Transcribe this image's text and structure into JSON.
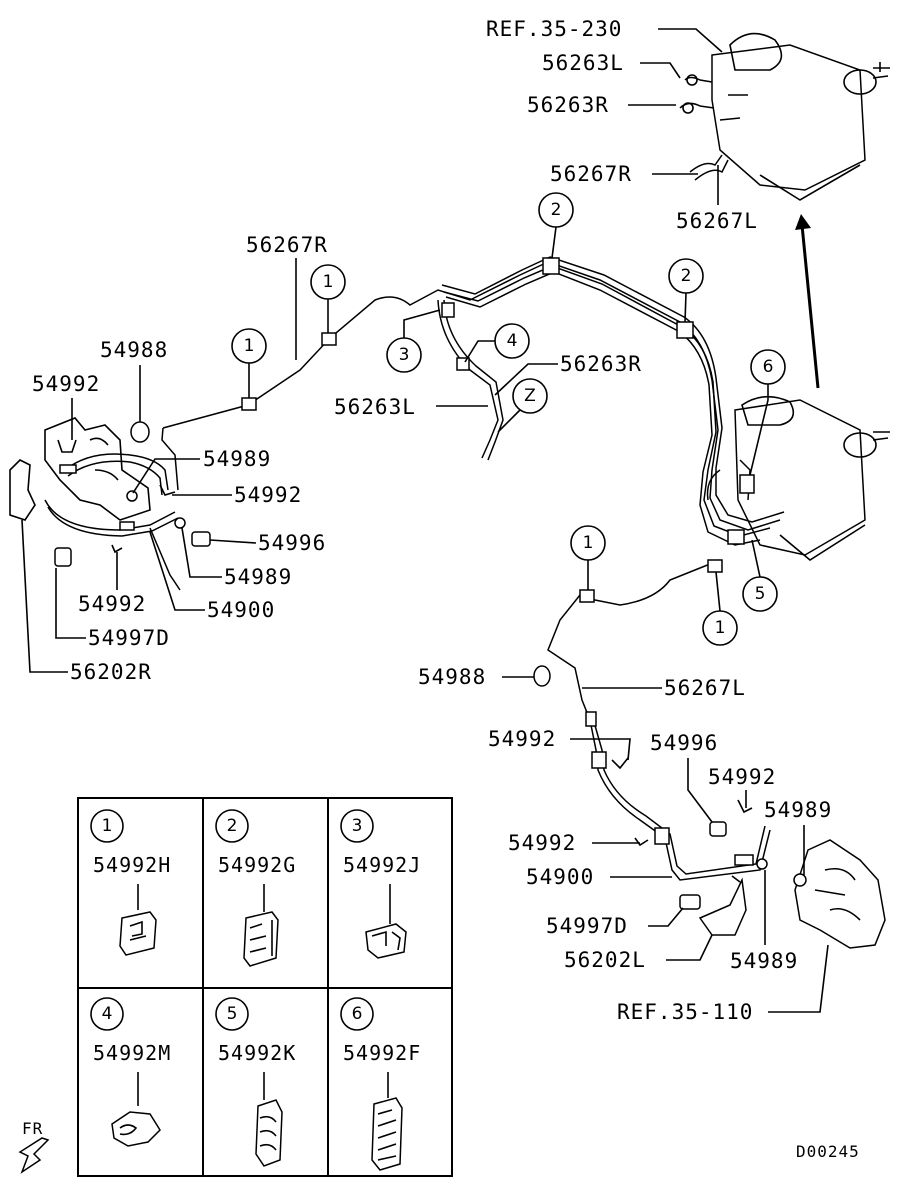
{
  "ref_labels": {
    "ref_top": "REF.35-230",
    "ref_bottom": "REF.35-110"
  },
  "part_labels": {
    "p56263L_top": "56263L",
    "p56263R_top": "56263R",
    "p56267R_top": "56267R",
    "p56267L_top": "56267L",
    "p56267R_left": "56267R",
    "p54988_left": "54988",
    "p54992_left": "54992",
    "p54989_left_a": "54989",
    "p54992_left_b": "54992",
    "p54996_left": "54996",
    "p54989_left_b": "54989",
    "p54992_left_c": "54992",
    "p54900_left": "54900",
    "p54997D_left": "54997D",
    "p56202R_left": "56202R",
    "p56263R_mid": "56263R",
    "p56263L_mid": "56263L",
    "p54988_right": "54988",
    "p56267L_right": "56267L",
    "p54992_right_a": "54992",
    "p54996_right": "54996",
    "p54992_right_b": "54992",
    "p54989_right_a": "54989",
    "p54992_right_c": "54992",
    "p54900_right": "54900",
    "p54997D_right": "54997D",
    "p56202L_right": "56202L",
    "p54989_right_b": "54989"
  },
  "callouts": {
    "c1_a": "1",
    "c1_b": "1",
    "c2_a": "2",
    "c2_b": "2",
    "c3": "3",
    "c4": "4",
    "cZ": "Z",
    "c6": "6",
    "c1_c": "1",
    "c1_d": "1",
    "c5": "5"
  },
  "clip_table": [
    {
      "num": "1",
      "part": "54992H"
    },
    {
      "num": "2",
      "part": "54992G"
    },
    {
      "num": "3",
      "part": "54992J"
    },
    {
      "num": "4",
      "part": "54992M"
    },
    {
      "num": "5",
      "part": "54992K"
    },
    {
      "num": "6",
      "part": "54992F"
    }
  ],
  "direction_label": "FR",
  "drawing_code": "D00245"
}
